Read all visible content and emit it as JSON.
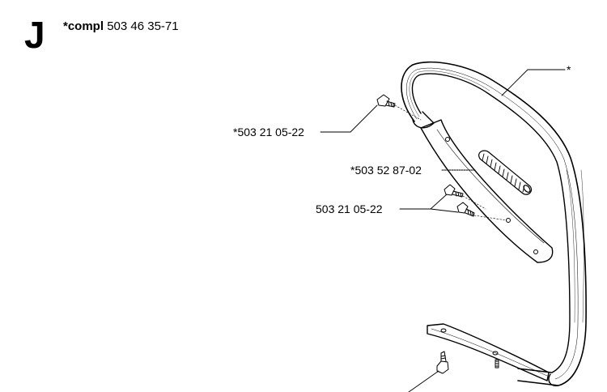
{
  "header": {
    "section_letter": "J",
    "kit_prefix": "*compl",
    "kit_part_number": "503 46 35-71"
  },
  "callouts": {
    "handle_asterisk": "*",
    "screw_top": "*503 21 05-22",
    "grip_sleeve": "*503 52 87-02",
    "screws_pair": "503 21 05-22"
  }
}
